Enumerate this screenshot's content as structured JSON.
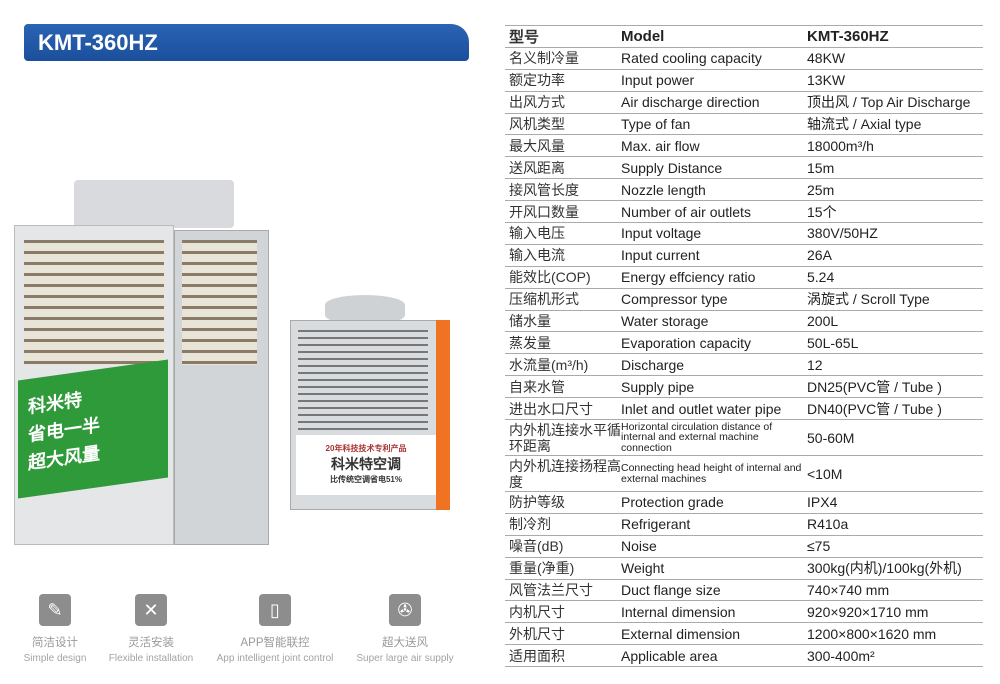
{
  "title": "KMT-360HZ",
  "unit_labels": {
    "big_brand": "科米特",
    "big_slogan1": "省电一半",
    "big_slogan2": "超大风量",
    "small_brand": "科米特空调",
    "small_caption": "20年科技技术专利产品",
    "small_saving": "比传统空调省电51%"
  },
  "features": [
    {
      "icon": "edit-icon",
      "zh": "简洁设计",
      "en": "Simple design"
    },
    {
      "icon": "tools-icon",
      "zh": "灵活安装",
      "en": "Flexible installation"
    },
    {
      "icon": "phone-icon",
      "zh": "APP智能联控",
      "en": "App intelligent joint control"
    },
    {
      "icon": "fan-icon",
      "zh": "超大送风",
      "en": "Super large air supply"
    }
  ],
  "table": {
    "header": [
      "型号",
      "Model",
      "KMT-360HZ"
    ],
    "rows": [
      [
        "名义制冷量",
        "Rated cooling capacity",
        "48KW"
      ],
      [
        "额定功率",
        "Input power",
        "13KW"
      ],
      [
        "出风方式",
        "Air discharge direction",
        "顶出风 / Top Air Discharge"
      ],
      [
        "风机类型",
        "Type of fan",
        "轴流式 / Axial type"
      ],
      [
        "最大风量",
        "Max. air flow",
        "18000m³/h"
      ],
      [
        "送风距离",
        "Supply Distance",
        "15m"
      ],
      [
        "接风管长度",
        "Nozzle length",
        "25m"
      ],
      [
        "开风口数量",
        "Number of air outlets",
        "15个"
      ],
      [
        "输入电压",
        "Input voltage",
        "380V/50HZ"
      ],
      [
        "输入电流",
        "Input current",
        "26A"
      ],
      [
        "能效比(COP)",
        "Energy effciency ratio",
        "5.24"
      ],
      [
        "压缩机形式",
        "Compressor type",
        "涡旋式 / Scroll Type"
      ],
      [
        "储水量",
        "Water storage",
        "200L"
      ],
      [
        "蒸发量",
        "Evaporation capacity",
        "50L-65L"
      ],
      [
        "水流量(m³/h)",
        "Discharge",
        "12"
      ],
      [
        "自来水管",
        "Supply pipe",
        "DN25(PVC管 / Tube )"
      ],
      [
        "进出水口尺寸",
        "Inlet and outlet water pipe",
        "DN40(PVC管 / Tube )"
      ],
      [
        "内外机连接水平循环距离",
        "Horizontal circulation distance of internal and external machine connection",
        "50-60M"
      ],
      [
        "内外机连接扬程高度",
        "Connecting head height of internal and external machines",
        "<10M"
      ],
      [
        "防护等级",
        "Protection grade",
        "IPX4"
      ],
      [
        "制冷剂",
        "Refrigerant",
        "R410a"
      ],
      [
        "噪音(dB)",
        "Noise",
        "≤75"
      ],
      [
        "重量(净重)",
        "Weight",
        "300kg(内机)/100kg(外机)"
      ],
      [
        "风管法兰尺寸",
        "Duct flange size",
        "740×740 mm"
      ],
      [
        "内机尺寸",
        "Internal dimension",
        "920×920×1710 mm"
      ],
      [
        "外机尺寸",
        "External dimension",
        "1200×800×1620 mm"
      ],
      [
        "适用面积",
        "Applicable area",
        "300-400m²"
      ]
    ]
  }
}
